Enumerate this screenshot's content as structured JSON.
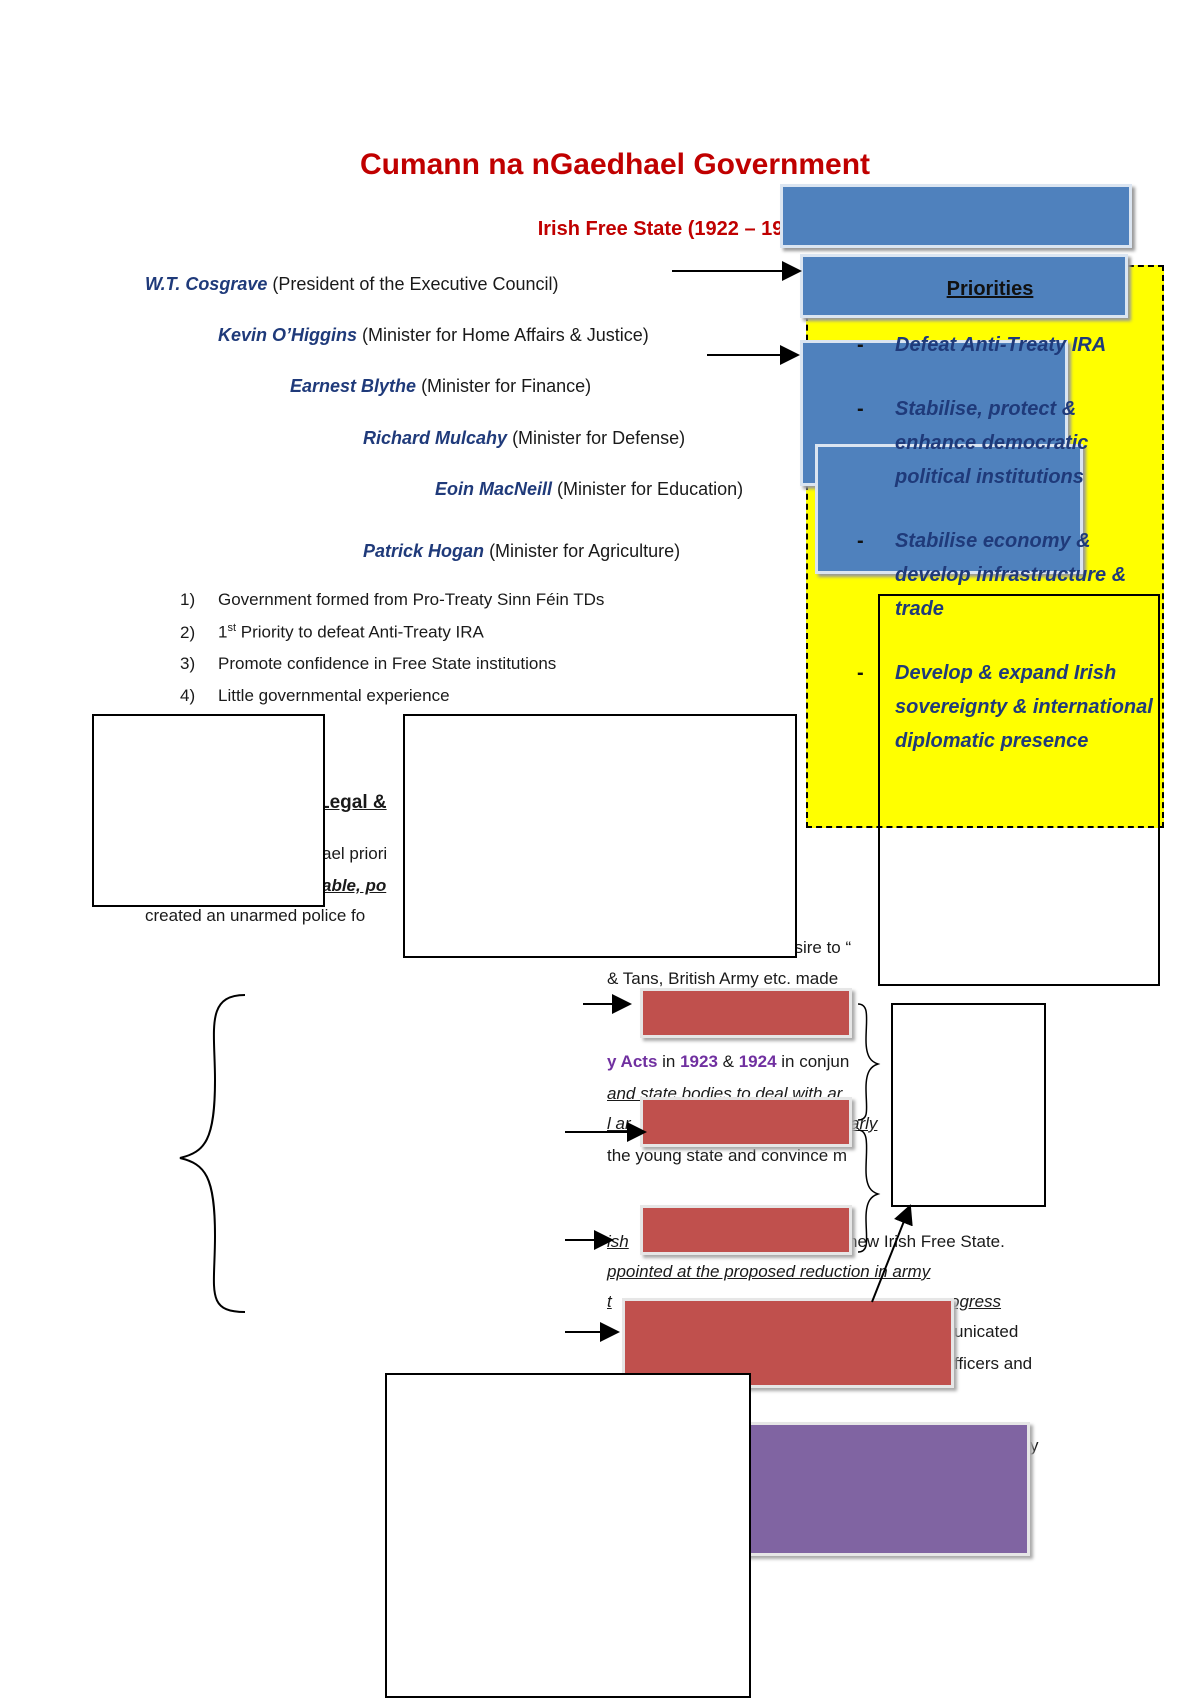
{
  "title": "Cumann na nGaedhael Government",
  "subtitle": "Irish Free State (1922 – 1932)",
  "ministers": [
    {
      "name": "W.T. Cosgrave",
      "role": "(President of the Executive Council)"
    },
    {
      "name": "Kevin O’Higgins",
      "role": "(Minister for Home Affairs & Justice)"
    },
    {
      "name": "Earnest Blythe",
      "role": "(Minister for Finance)"
    },
    {
      "name": "Richard Mulcahy",
      "role": "(Minister for Defense)"
    },
    {
      "name": "Eoin MacNeill",
      "role": "(Minister for Education)"
    },
    {
      "name": "Patrick Hogan",
      "role": "(Minister for Agriculture)"
    }
  ],
  "points": [
    {
      "num": "1)",
      "text": "Government formed from Pro-Treaty Sinn Féin TDs"
    },
    {
      "num": "2)",
      "pre": "1",
      "sup": "st",
      "text": " Priority to defeat Anti-Treaty IRA"
    },
    {
      "num": "3)",
      "text": "Promote confidence in Free State institutions"
    },
    {
      "num": "4)",
      "text": "Little governmental experience"
    }
  ],
  "priorities": {
    "heading": "Priorities",
    "items": [
      "Defeat Anti-Treaty IRA",
      "Stabilise, protect & enhance democratic political institutions",
      "Stabilise economy & develop infrastructure & trade",
      "Develop & expand Irish sovereignty & international diplomatic presence"
    ]
  },
  "fragments": {
    "legal": "Legal &",
    "ael_priori": "ael priori",
    "able_po": "able, po",
    "unarmed": "created an unarmed police fo",
    "desire": "esire to “",
    "tans": "& Tans, British Army etc. made",
    "acts_a": "y Acts",
    "acts_in": " in ",
    "y1923": "1923",
    "amp": " & ",
    "y1924": "1924",
    "acts_b": " in conjun",
    "and_state": "and state bodies to deal with ar",
    "l_ar": "l ar",
    "early": "arly",
    "young_state": "the young state and convince m",
    "ish": "ish",
    "new_ifs": "new Irish Free State.",
    "ppointed": "ppointed at the proposed reduction in army",
    "t_frag": "t",
    "ogress": "ogress",
    "unicated": "unicated",
    "fficers": "fficers and",
    "y_frag": "y"
  },
  "colors": {
    "heading_red": "#c00000",
    "name_blue": "#1f3a7a",
    "box_blue": "#4f81bd",
    "box_red": "#c0504d",
    "box_purple": "#8064a2",
    "yellow": "#ffff00"
  }
}
